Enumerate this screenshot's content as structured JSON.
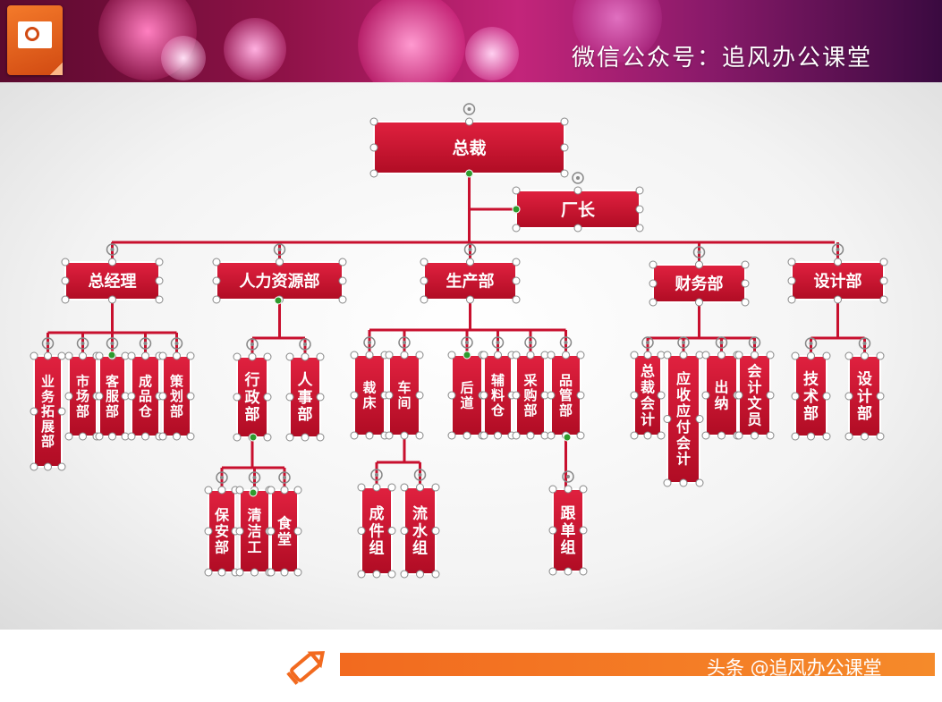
{
  "banner": {
    "title": "微信公众号：追风办公课堂",
    "app_icon": "powerpoint-icon"
  },
  "footer": {
    "text": "头条 @追风办公课堂",
    "icon": "pencil-icon"
  },
  "org": {
    "ceo": "总裁",
    "factory_director": "厂长",
    "departments": [
      {
        "name": "总经理",
        "children": [
          "业务拓展部",
          "市场部",
          "客服部",
          "成品仓",
          "策划部"
        ]
      },
      {
        "name": "人力资源部",
        "children": [
          "行政部",
          "人事部"
        ],
        "sub": [
          "保安部",
          "清洁工",
          "食堂"
        ]
      },
      {
        "name": "生产部",
        "children": [
          "裁床",
          "车间",
          "后道",
          "辅料仓",
          "采购部",
          "品管部"
        ],
        "sub_workshop": [
          "成件组",
          "流水组"
        ],
        "sub_qc": [
          "跟单组"
        ]
      },
      {
        "name": "财务部",
        "children": [
          "总裁会计",
          "应收应付会计",
          "出纳",
          "会计文员"
        ]
      },
      {
        "name": "设计部",
        "children": [
          "技术部",
          "设计部"
        ]
      }
    ]
  },
  "colors": {
    "node": "#c8102e",
    "connector": "#c8102e",
    "footer_bar": "#f26a1f"
  }
}
